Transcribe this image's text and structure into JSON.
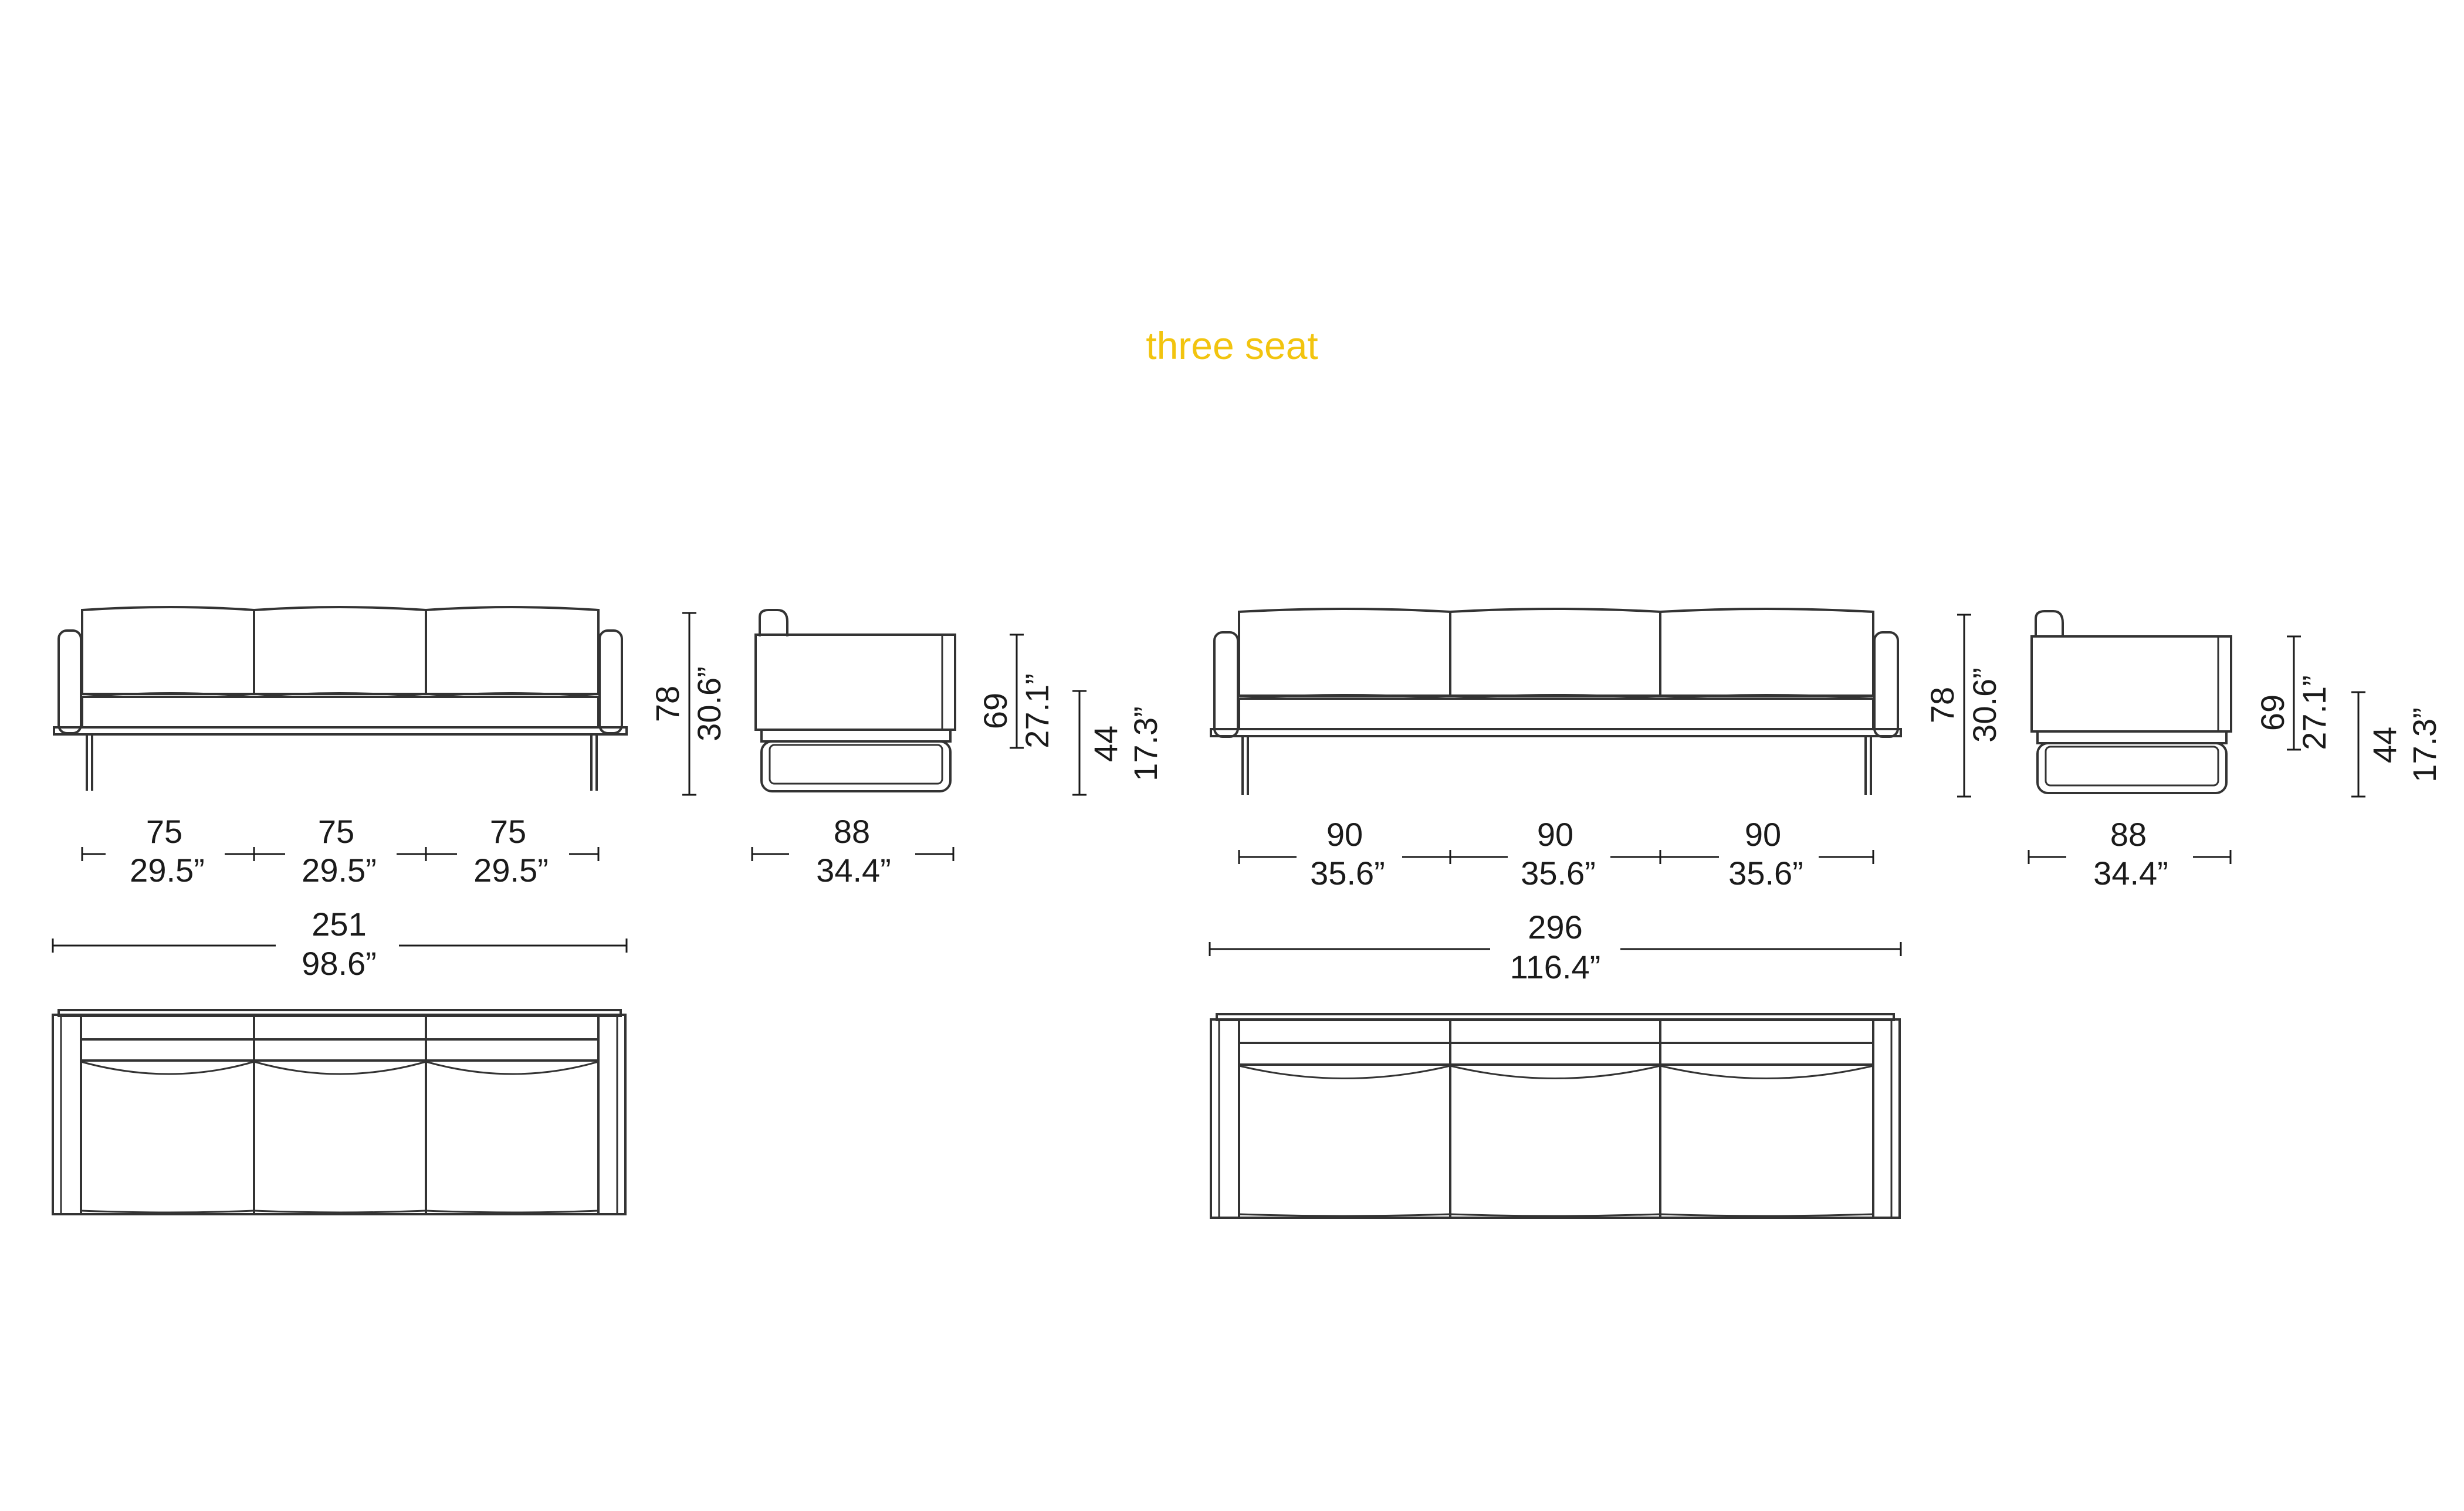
{
  "title": "three seat",
  "colors": {
    "title": "#f2c40f",
    "line": "#333333",
    "text": "#1a1a1a",
    "background": "#ffffff"
  },
  "left_set": {
    "height": {
      "cm": "78",
      "in": "30.6”"
    },
    "seat_widths": [
      {
        "cm": "75",
        "in": "29.5”"
      },
      {
        "cm": "75",
        "in": "29.5”"
      },
      {
        "cm": "75",
        "in": "29.5”"
      }
    ],
    "total_width": {
      "cm": "251",
      "in": "98.6”"
    },
    "side": {
      "depth": {
        "cm": "88",
        "in": "34.4”"
      },
      "arm_height": {
        "cm": "69",
        "in": "27.1”"
      },
      "seat_height": {
        "cm": "44",
        "in": "17.3”"
      }
    }
  },
  "right_set": {
    "height": {
      "cm": "78",
      "in": "30.6”"
    },
    "seat_widths": [
      {
        "cm": "90",
        "in": "35.6”"
      },
      {
        "cm": "90",
        "in": "35.6”"
      },
      {
        "cm": "90",
        "in": "35.6”"
      }
    ],
    "total_width": {
      "cm": "296",
      "in": "116.4”"
    },
    "side": {
      "depth": {
        "cm": "88",
        "in": "34.4”"
      },
      "arm_height": {
        "cm": "69",
        "in": "27.1”"
      },
      "seat_height": {
        "cm": "44",
        "in": "17.3”"
      }
    }
  }
}
